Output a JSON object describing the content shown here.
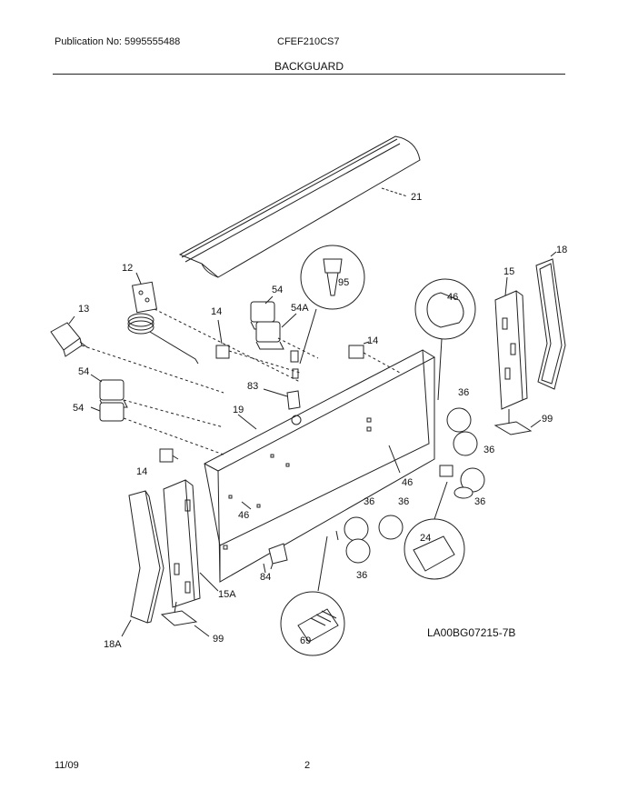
{
  "header": {
    "publication": "Publication No: 5995555488",
    "model": "CFEF210CS7",
    "title": "BACKGUARD"
  },
  "footer": {
    "date": "11/09",
    "page": "2"
  },
  "diagram_code": "LA00BG07215-7B",
  "callouts": {
    "c21": "21",
    "c18": "18",
    "c15": "15",
    "c12": "12",
    "c95": "95",
    "c54_top": "54",
    "c54A": "54A",
    "c46_circle": "46",
    "c13": "13",
    "c14_a": "14",
    "c14_b": "14",
    "c54_left_a": "54",
    "c54_left_b": "54",
    "c83": "83",
    "c19": "19",
    "c36_a": "36",
    "c36_b": "36",
    "c99_right": "99",
    "c14_c": "14",
    "c46_mid": "46",
    "c36_c": "36",
    "c36_d": "36",
    "c36_e": "36",
    "c46_left": "46",
    "c24": "24",
    "c84": "84",
    "c36_f": "36",
    "c15A": "15A",
    "c69": "69",
    "c18A": "18A",
    "c99_left": "99"
  }
}
